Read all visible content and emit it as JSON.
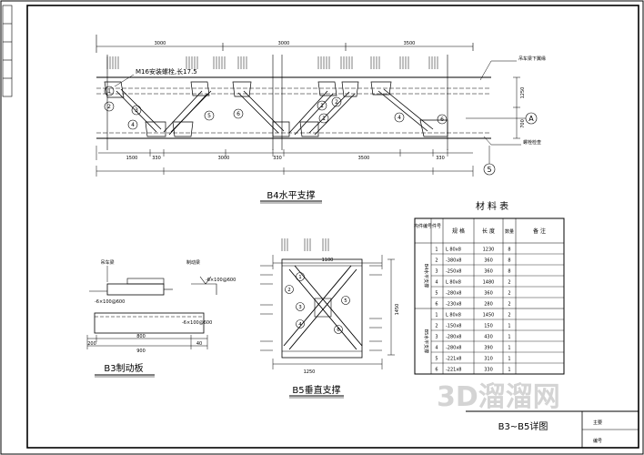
{
  "drawing": {
    "b4_title": "B4水平支撑",
    "b3_title": "B3制动板",
    "b5_title": "B5垂直支撑",
    "sheet_title": "B3~B5详图",
    "bolt_note": "M16安装螺栓,长17.5",
    "right_note_top": "吊车梁下翼缘",
    "right_note_bottom": "螺栓检查",
    "axis_a": "A",
    "axis_5": "5",
    "b4_top_dims": [
      "3000",
      "3000",
      "3500"
    ],
    "b4_bottom_dims": [
      "1500",
      "330",
      "3000",
      "330",
      "3500",
      "330"
    ],
    "b4_side_dims": [
      "1250",
      "700"
    ],
    "b4_part_labels": [
      "1",
      "2",
      "3",
      "4",
      "5",
      "6",
      "1",
      "2",
      "1",
      "2",
      "3",
      "4",
      "6"
    ],
    "b3_labels": {
      "left": "吊车梁",
      "mid": "制动梁",
      "note": "-6×100@600",
      "plate": "-6×100@600"
    },
    "b3_dims": [
      "200",
      "800",
      "900",
      "40"
    ],
    "b5_dims": [
      "1250",
      "1450",
      "1100"
    ],
    "b5_part_labels": [
      "1",
      "2",
      "3",
      "4",
      "5",
      "6"
    ],
    "stamp_left": "主要",
    "stamp_right": "编号",
    "watermark": "3D溜溜网"
  },
  "material_table": {
    "title": "材 料 表",
    "headers": [
      "构件编号",
      "件号",
      "规 格",
      "长 度",
      "数量",
      "备 注"
    ],
    "groups": [
      {
        "name": "B4水平支撑",
        "rows": [
          [
            "1",
            "L 80x8",
            "1230",
            "8"
          ],
          [
            "2",
            "-380x8",
            "360",
            "8"
          ],
          [
            "3",
            "-250x8",
            "360",
            "8"
          ],
          [
            "4",
            "L 80x8",
            "1480",
            "2"
          ],
          [
            "5",
            "-280x8",
            "360",
            "2"
          ],
          [
            "6",
            "-230x8",
            "280",
            "2"
          ]
        ]
      },
      {
        "name": "B5水平支撑",
        "rows": [
          [
            "1",
            "L 80x8",
            "1450",
            "2"
          ],
          [
            "2",
            "-150x8",
            "150",
            "1"
          ],
          [
            "3",
            "-280x8",
            "430",
            "1"
          ],
          [
            "4",
            "-280x8",
            "390",
            "1"
          ],
          [
            "5",
            "-221x8",
            "310",
            "1"
          ],
          [
            "6",
            "-221x8",
            "330",
            "1"
          ]
        ]
      }
    ]
  }
}
